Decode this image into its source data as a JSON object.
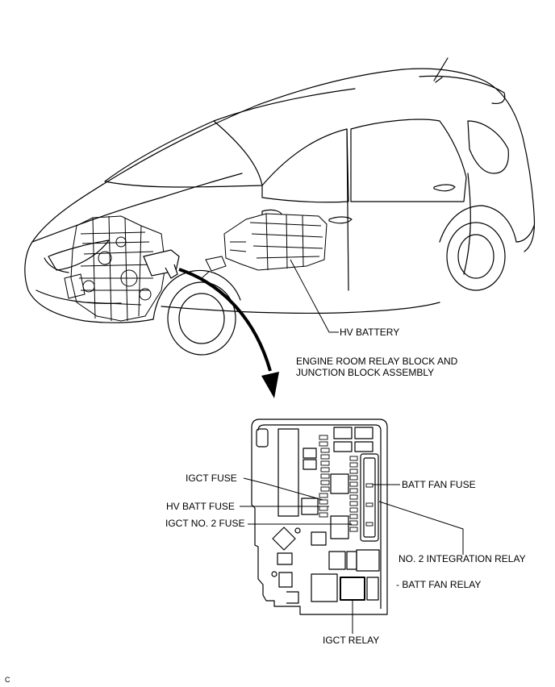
{
  "labels": {
    "hv_battery": "HV BATTERY",
    "relay_block_line1": "ENGINE ROOM RELAY BLOCK AND",
    "relay_block_line2": "JUNCTION BLOCK ASSEMBLY",
    "igct_fuse": "IGCT FUSE",
    "hv_batt_fuse": "HV BATT FUSE",
    "igct_no2_fuse": "IGCT NO. 2 FUSE",
    "batt_fan_fuse": "BATT FAN FUSE",
    "no2_integration_relay": "NO. 2 INTEGRATION RELAY",
    "batt_fan_relay": "- BATT FAN RELAY",
    "igct_relay": "IGCT RELAY",
    "corner_mark": "C"
  }
}
